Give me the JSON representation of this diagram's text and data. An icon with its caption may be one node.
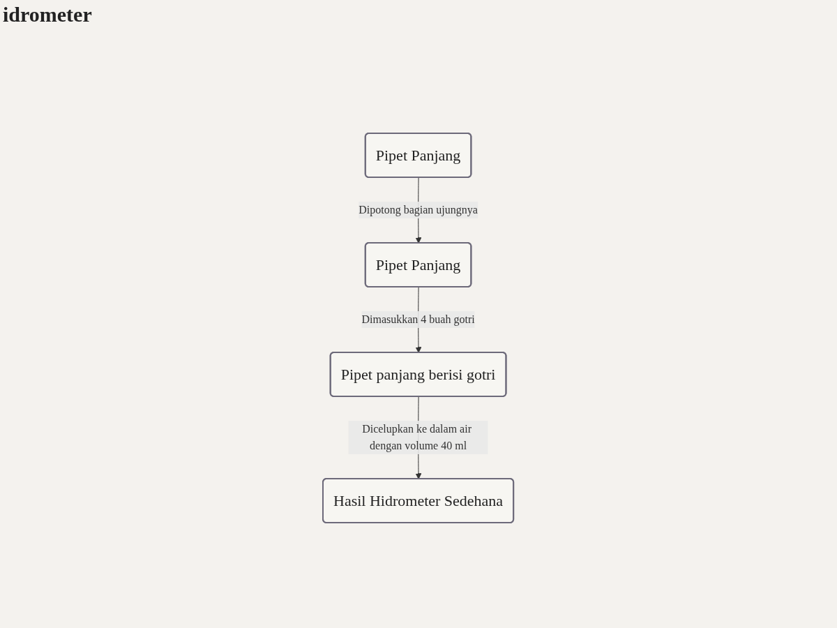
{
  "diagram": {
    "title": "idrometer",
    "nodes": [
      {
        "text": [
          "Pipet Panjang"
        ]
      },
      {
        "text": [
          "Pipet Panjang"
        ]
      },
      {
        "text": [
          "Pipet panjang berisi gotri"
        ]
      },
      {
        "text": [
          "Hasil Hidrometer Sedehana"
        ]
      }
    ],
    "edges": [
      {
        "from": 0,
        "to": 1,
        "arrow": "to",
        "label": "Dipotong bagian ujungnya"
      },
      {
        "from": 1,
        "to": 2,
        "arrow": "to",
        "label": "Dimasukkan 4 buah gotri"
      },
      {
        "from": 2,
        "to": 3,
        "arrow": "to",
        "label": "Dicelupkan ke dalam air dengan volume 40 ml"
      }
    ]
  }
}
